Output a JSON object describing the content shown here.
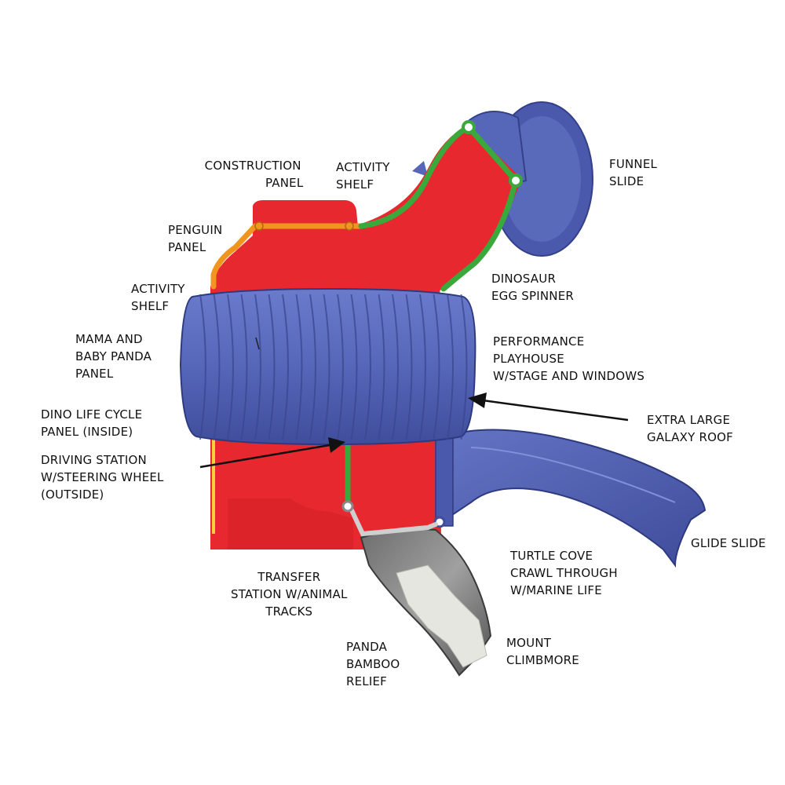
{
  "colors": {
    "red_body": "#e8282f",
    "blue_parts": "#5666b8",
    "blue_dark": "#3f4d9c",
    "green_rail": "#3aa83a",
    "orange_rail": "#f0961e",
    "grey_climber": "#8a8a8a",
    "text": "#111111"
  },
  "labels": {
    "construction_panel": [
      "CONSTRUCTION",
      "PANEL"
    ],
    "activity_shelf_top": [
      "ACTIVITY",
      "SHELF"
    ],
    "funnel_slide": [
      "FUNNEL",
      "SLIDE"
    ],
    "penguin_panel": [
      "PENGUIN",
      "PANEL"
    ],
    "activity_shelf_left": [
      "ACTIVITY",
      "SHELF"
    ],
    "dinosaur_egg_spinner": [
      "DINOSAUR",
      "EGG SPINNER"
    ],
    "mama_baby_panda_panel": [
      "MAMA AND",
      "BABY PANDA",
      "PANEL"
    ],
    "performance_playhouse": [
      "PERFORMANCE",
      "PLAYHOUSE",
      "W/STAGE AND WINDOWS"
    ],
    "dino_life_cycle_panel": [
      "DINO LIFE CYCLE",
      "PANEL (INSIDE)"
    ],
    "extra_large_galaxy_roof": [
      "EXTRA LARGE",
      "GALAXY ROOF"
    ],
    "driving_station": [
      "DRIVING STATION",
      "W/STEERING WHEEL",
      "(OUTSIDE)"
    ],
    "glide_slide": [
      "GLIDE SLIDE"
    ],
    "turtle_cove": [
      "TURTLE COVE",
      "CRAWL THROUGH",
      "W/MARINE LIFE"
    ],
    "transfer_station": [
      "TRANSFER",
      "STATION W/ANIMAL",
      "TRACKS"
    ],
    "mount_climbmore": [
      "MOUNT",
      "CLIMBMORE"
    ],
    "panda_bamboo_relief": [
      "PANDA",
      "BAMBOO",
      "RELIEF"
    ]
  }
}
